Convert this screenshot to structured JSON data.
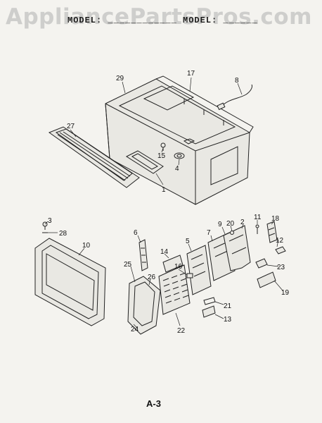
{
  "watermark": "AppliancePartsPros.com",
  "header": {
    "model_text": "MODEL: ____________ MODEL: ______"
  },
  "page_label": "A-3",
  "parts": [
    {
      "num": "29"
    },
    {
      "num": "17"
    },
    {
      "num": "8"
    },
    {
      "num": "27"
    },
    {
      "num": "15"
    },
    {
      "num": "4"
    },
    {
      "num": "1"
    },
    {
      "num": "3"
    },
    {
      "num": "28"
    },
    {
      "num": "10"
    },
    {
      "num": "6"
    },
    {
      "num": "14"
    },
    {
      "num": "25"
    },
    {
      "num": "26"
    },
    {
      "num": "24"
    },
    {
      "num": "5"
    },
    {
      "num": "16"
    },
    {
      "num": "22"
    },
    {
      "num": "7"
    },
    {
      "num": "9"
    },
    {
      "num": "20"
    },
    {
      "num": "2"
    },
    {
      "num": "11"
    },
    {
      "num": "18"
    },
    {
      "num": "12"
    },
    {
      "num": "23"
    },
    {
      "num": "19"
    },
    {
      "num": "21"
    },
    {
      "num": "13"
    }
  ]
}
